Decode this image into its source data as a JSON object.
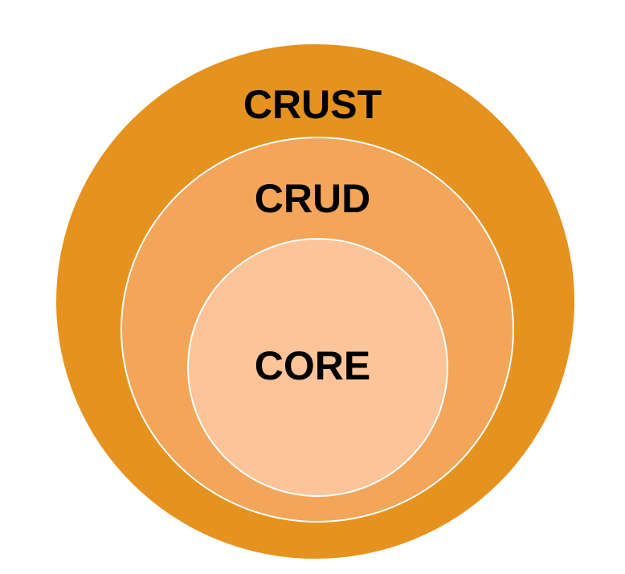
{
  "layers": [
    {
      "id": "crust",
      "label": "CRUST",
      "color": "#E6921E"
    },
    {
      "id": "crud",
      "label": "CRUD",
      "color": "#F3A55A"
    },
    {
      "id": "core",
      "label": "CORE",
      "color": "#FCC498"
    }
  ],
  "ring_border_color": "#FFFFFF",
  "label_color": "#000000"
}
